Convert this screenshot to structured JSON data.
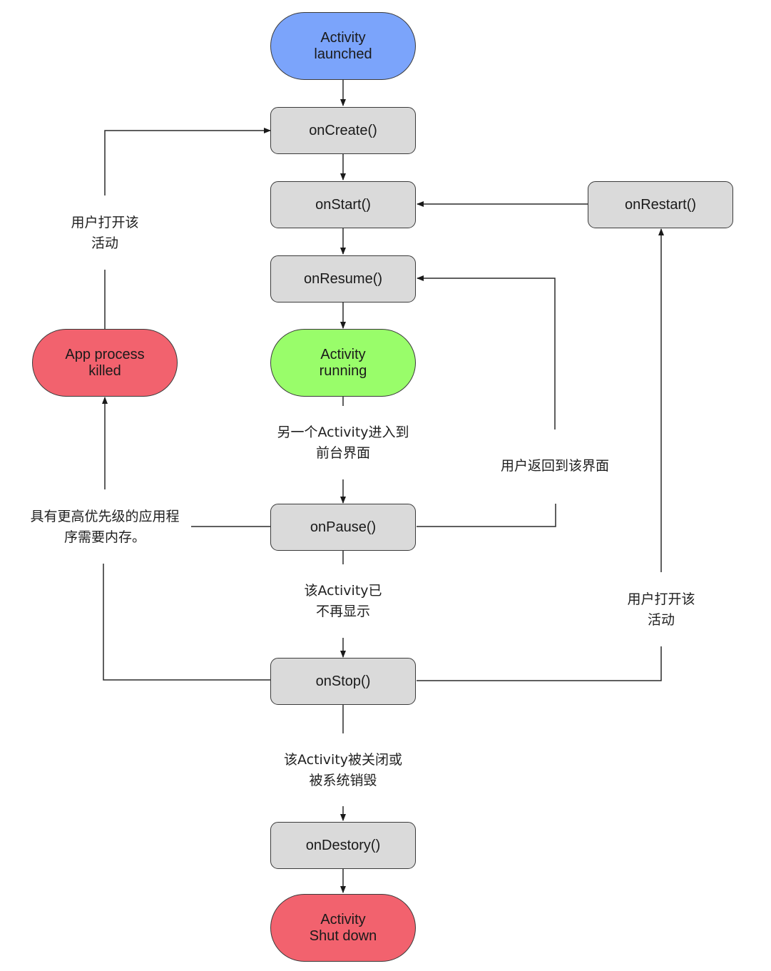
{
  "diagram": {
    "title": "Android Activity Lifecycle",
    "colors": {
      "launched": "#7ba4fb",
      "running": "#99fd6a",
      "terminal": "#f2626e",
      "method": "#dadada",
      "stroke": "#3a3a3a"
    },
    "nodes": {
      "activity_launched": "Activity\nlaunched",
      "on_create": "onCreate()",
      "on_start": "onStart()",
      "on_resume": "onResume()",
      "activity_running": "Activity\nrunning",
      "on_pause": "onPause()",
      "on_stop": "onStop()",
      "on_destroy": "onDestory()",
      "activity_shut_down": "Activity\nShut down",
      "on_restart": "onRestart()",
      "app_process_killed": "App process\nkilled"
    },
    "edge_labels": {
      "user_opens_activity_left": "用户打开该\n活动",
      "another_activity_foreground": "另一个Activity进入到\n前台界面",
      "user_returns": "用户返回到该界面",
      "higher_priority_needs_memory": "具有更高优先级的应用程\n序需要内存。",
      "activity_no_longer_visible": "该Activity已\n不再显示",
      "user_opens_activity_right": "用户打开该\n活动",
      "activity_finished_or_destroyed": "该Activity被关闭或\n被系统销毁"
    },
    "edges": [
      {
        "from": "activity_launched",
        "to": "on_create"
      },
      {
        "from": "on_create",
        "to": "on_start"
      },
      {
        "from": "on_start",
        "to": "on_resume"
      },
      {
        "from": "on_resume",
        "to": "activity_running"
      },
      {
        "from": "activity_running",
        "to": "on_pause",
        "label": "another_activity_foreground"
      },
      {
        "from": "on_pause",
        "to": "on_resume",
        "label": "user_returns"
      },
      {
        "from": "on_pause",
        "to": "on_stop",
        "label": "activity_no_longer_visible"
      },
      {
        "from": "on_pause",
        "to": "app_process_killed",
        "label": "higher_priority_needs_memory"
      },
      {
        "from": "on_stop",
        "to": "app_process_killed",
        "label": "higher_priority_needs_memory"
      },
      {
        "from": "on_stop",
        "to": "on_restart",
        "label": "user_opens_activity_right"
      },
      {
        "from": "on_restart",
        "to": "on_start"
      },
      {
        "from": "app_process_killed",
        "to": "on_create",
        "label": "user_opens_activity_left"
      },
      {
        "from": "on_stop",
        "to": "on_destroy",
        "label": "activity_finished_or_destroyed"
      },
      {
        "from": "on_destroy",
        "to": "activity_shut_down"
      }
    ]
  }
}
